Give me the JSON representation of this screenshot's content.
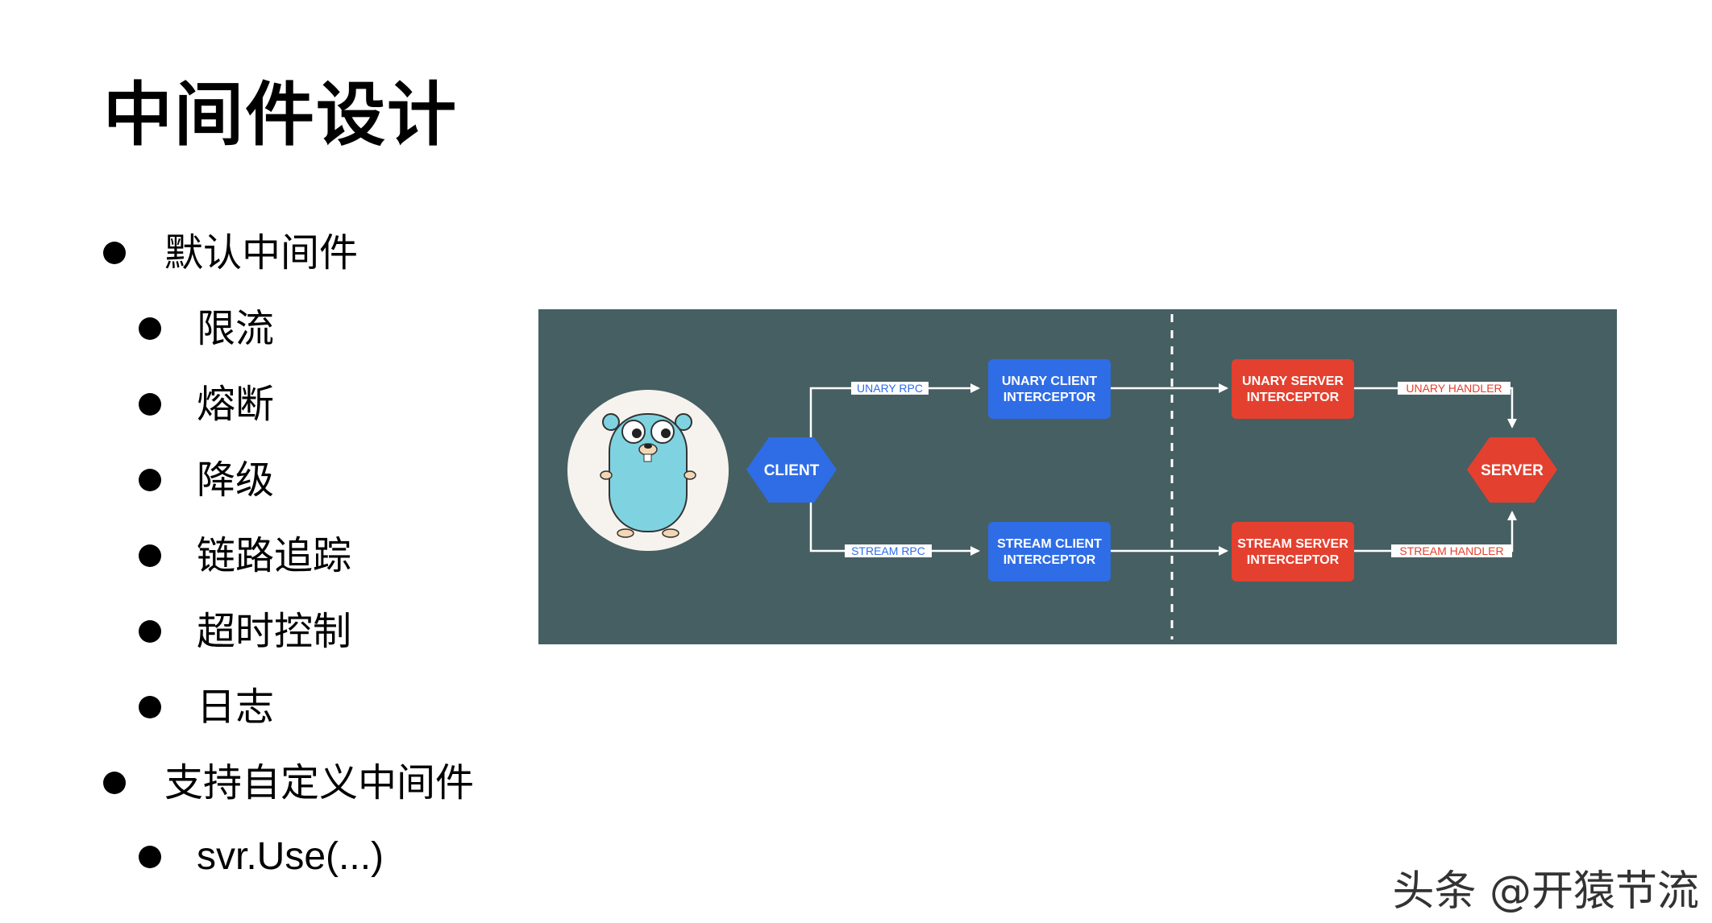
{
  "title": "中间件设计",
  "bullets": {
    "default_middleware": "默认中间件",
    "rate_limit": "限流",
    "circuit_breaker": "熔断",
    "degrade": "降级",
    "tracing": "链路追踪",
    "timeout": "超时控制",
    "logging": "日志",
    "custom_middleware": "支持自定义中间件",
    "use_call": "svr.Use(...)"
  },
  "diagram": {
    "client": "CLIENT",
    "server": "SERVER",
    "unary_rpc": "UNARY RPC",
    "stream_rpc": "STREAM RPC",
    "unary_client_interceptor": [
      "UNARY CLIENT",
      "INTERCEPTOR"
    ],
    "stream_client_interceptor": [
      "STREAM CLIENT",
      "INTERCEPTOR"
    ],
    "unary_server_interceptor": [
      "UNARY SERVER",
      "INTERCEPTOR"
    ],
    "stream_server_interceptor": [
      "STREAM SERVER",
      "INTERCEPTOR"
    ],
    "unary_handler": "UNARY HANDLER",
    "stream_handler": "STREAM HANDLER",
    "colors": {
      "background": "#465f62",
      "client_blue": "#2f6de6",
      "server_red": "#e4402f",
      "gopher_body": "#7fd3e0"
    }
  },
  "watermark": "头条 @开猿节流"
}
